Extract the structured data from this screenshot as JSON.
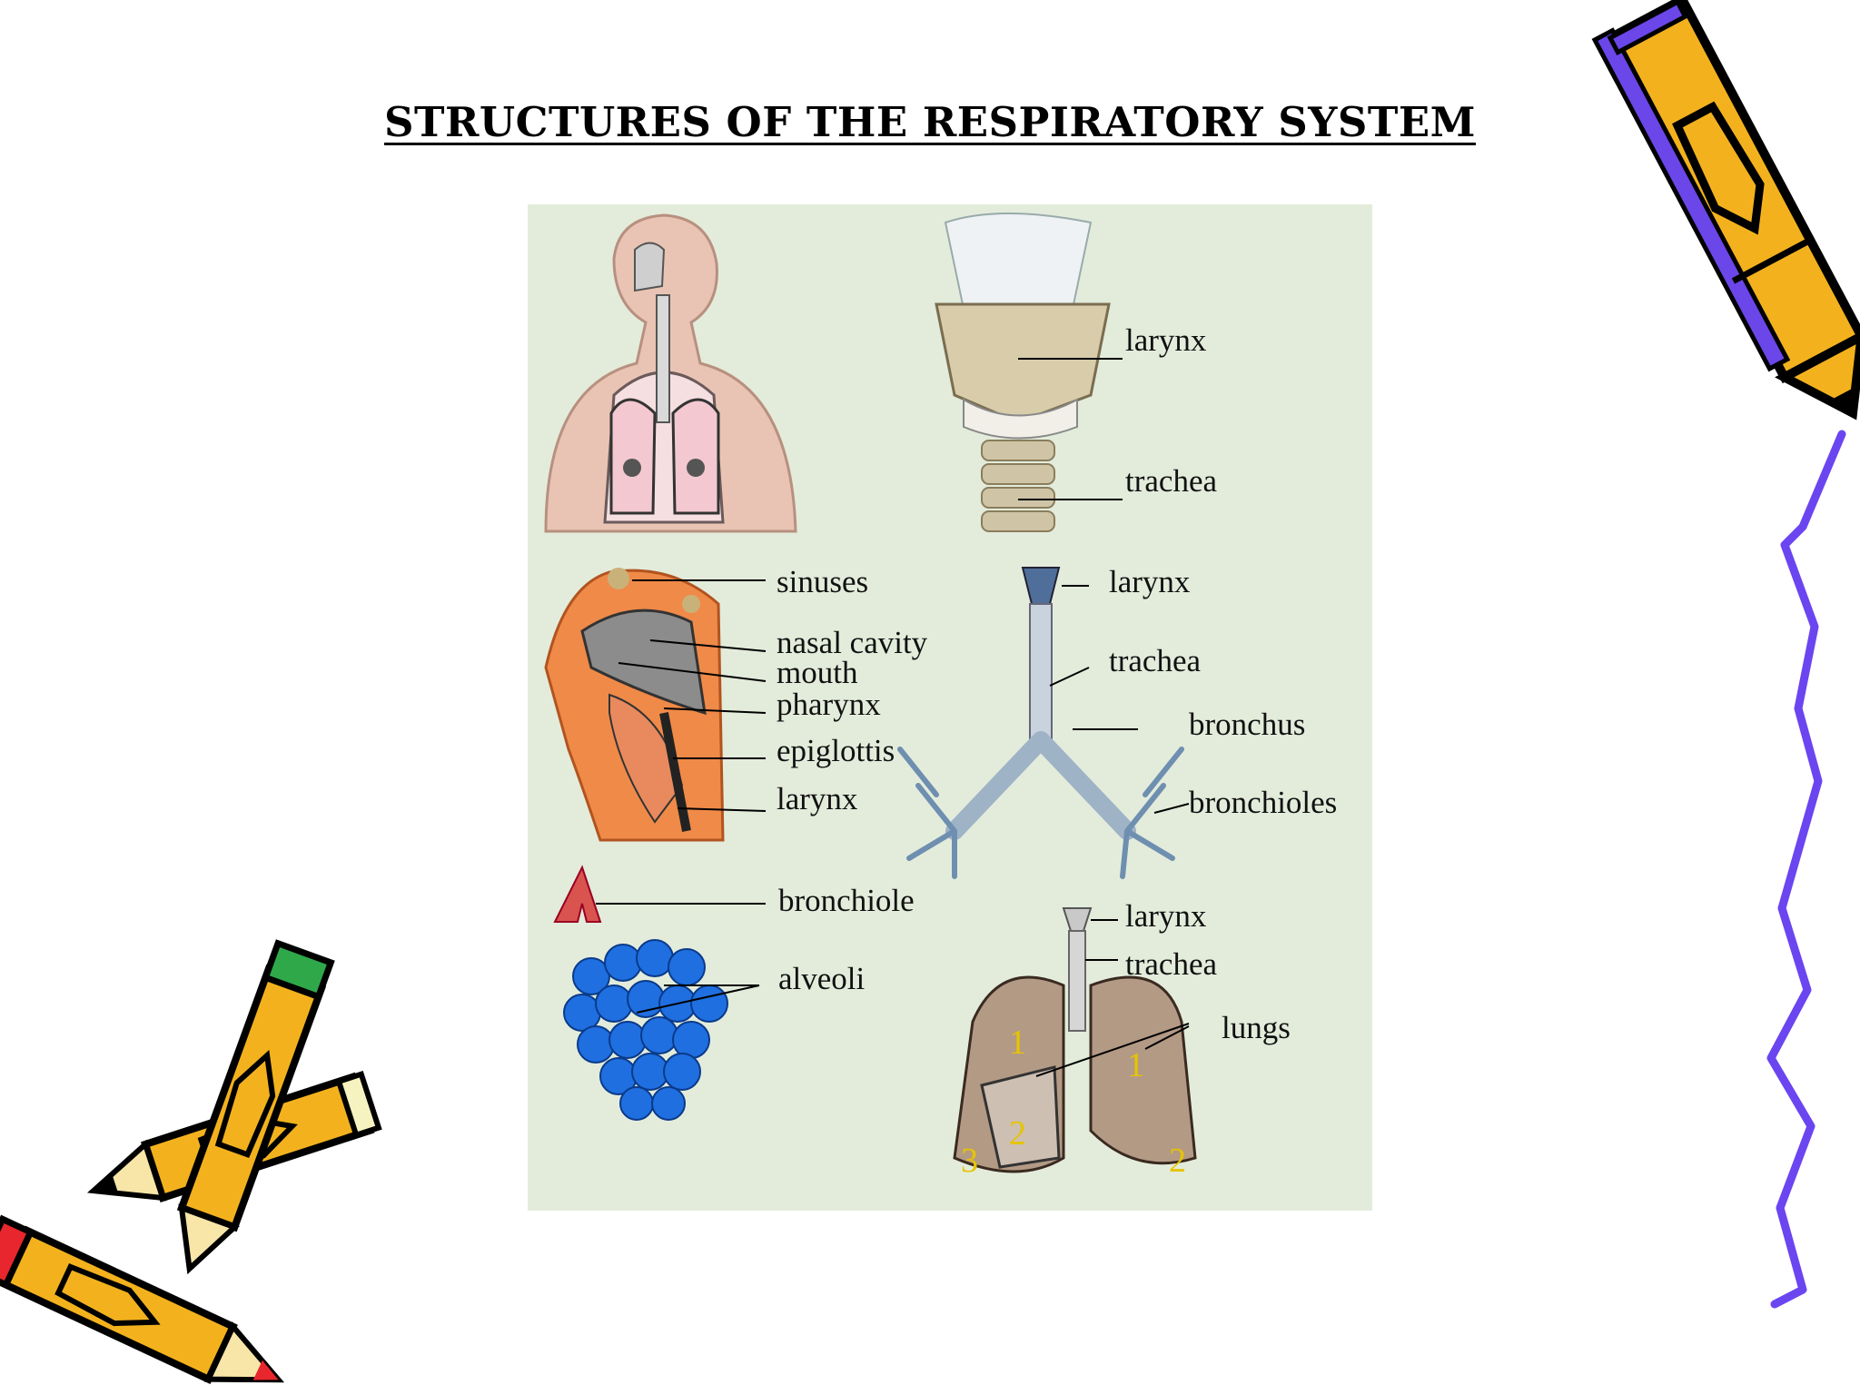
{
  "slide": {
    "title": "STRUCTURES OF THE RESPIRATORY SYSTEM"
  },
  "colors": {
    "panel_bg": "#e3ecdb",
    "pencil_body": "#f3b21d",
    "pencil_outline": "#000000",
    "pencil_accent": "#6b46e8",
    "squiggle": "#6a45f0",
    "alveoli_blue": "#1f6fe0",
    "bronchiole_red": "#d9534f"
  },
  "figure": {
    "panels": [
      {
        "id": "body-overview",
        "labels": []
      },
      {
        "id": "larynx-closeup",
        "labels": [
          "larynx",
          "trachea"
        ]
      },
      {
        "id": "head-section",
        "labels": [
          "sinuses",
          "nasal cavity",
          "mouth",
          "pharynx",
          "epiglottis",
          "larynx"
        ]
      },
      {
        "id": "airway-tree",
        "labels": [
          "larynx",
          "trachea",
          "bronchus",
          "bronchioles"
        ]
      },
      {
        "id": "alveoli-cluster",
        "labels": [
          "bronchiole",
          "alveoli"
        ]
      },
      {
        "id": "lungs",
        "labels": [
          "larynx",
          "trachea",
          "lungs"
        ],
        "lobe_numbers": [
          "1",
          "2",
          "3",
          "1",
          "2"
        ]
      }
    ]
  },
  "decorations": [
    {
      "name": "pencil-top-right-icon"
    },
    {
      "name": "pencils-bottom-left-icon"
    },
    {
      "name": "purple-squiggle-line"
    }
  ]
}
